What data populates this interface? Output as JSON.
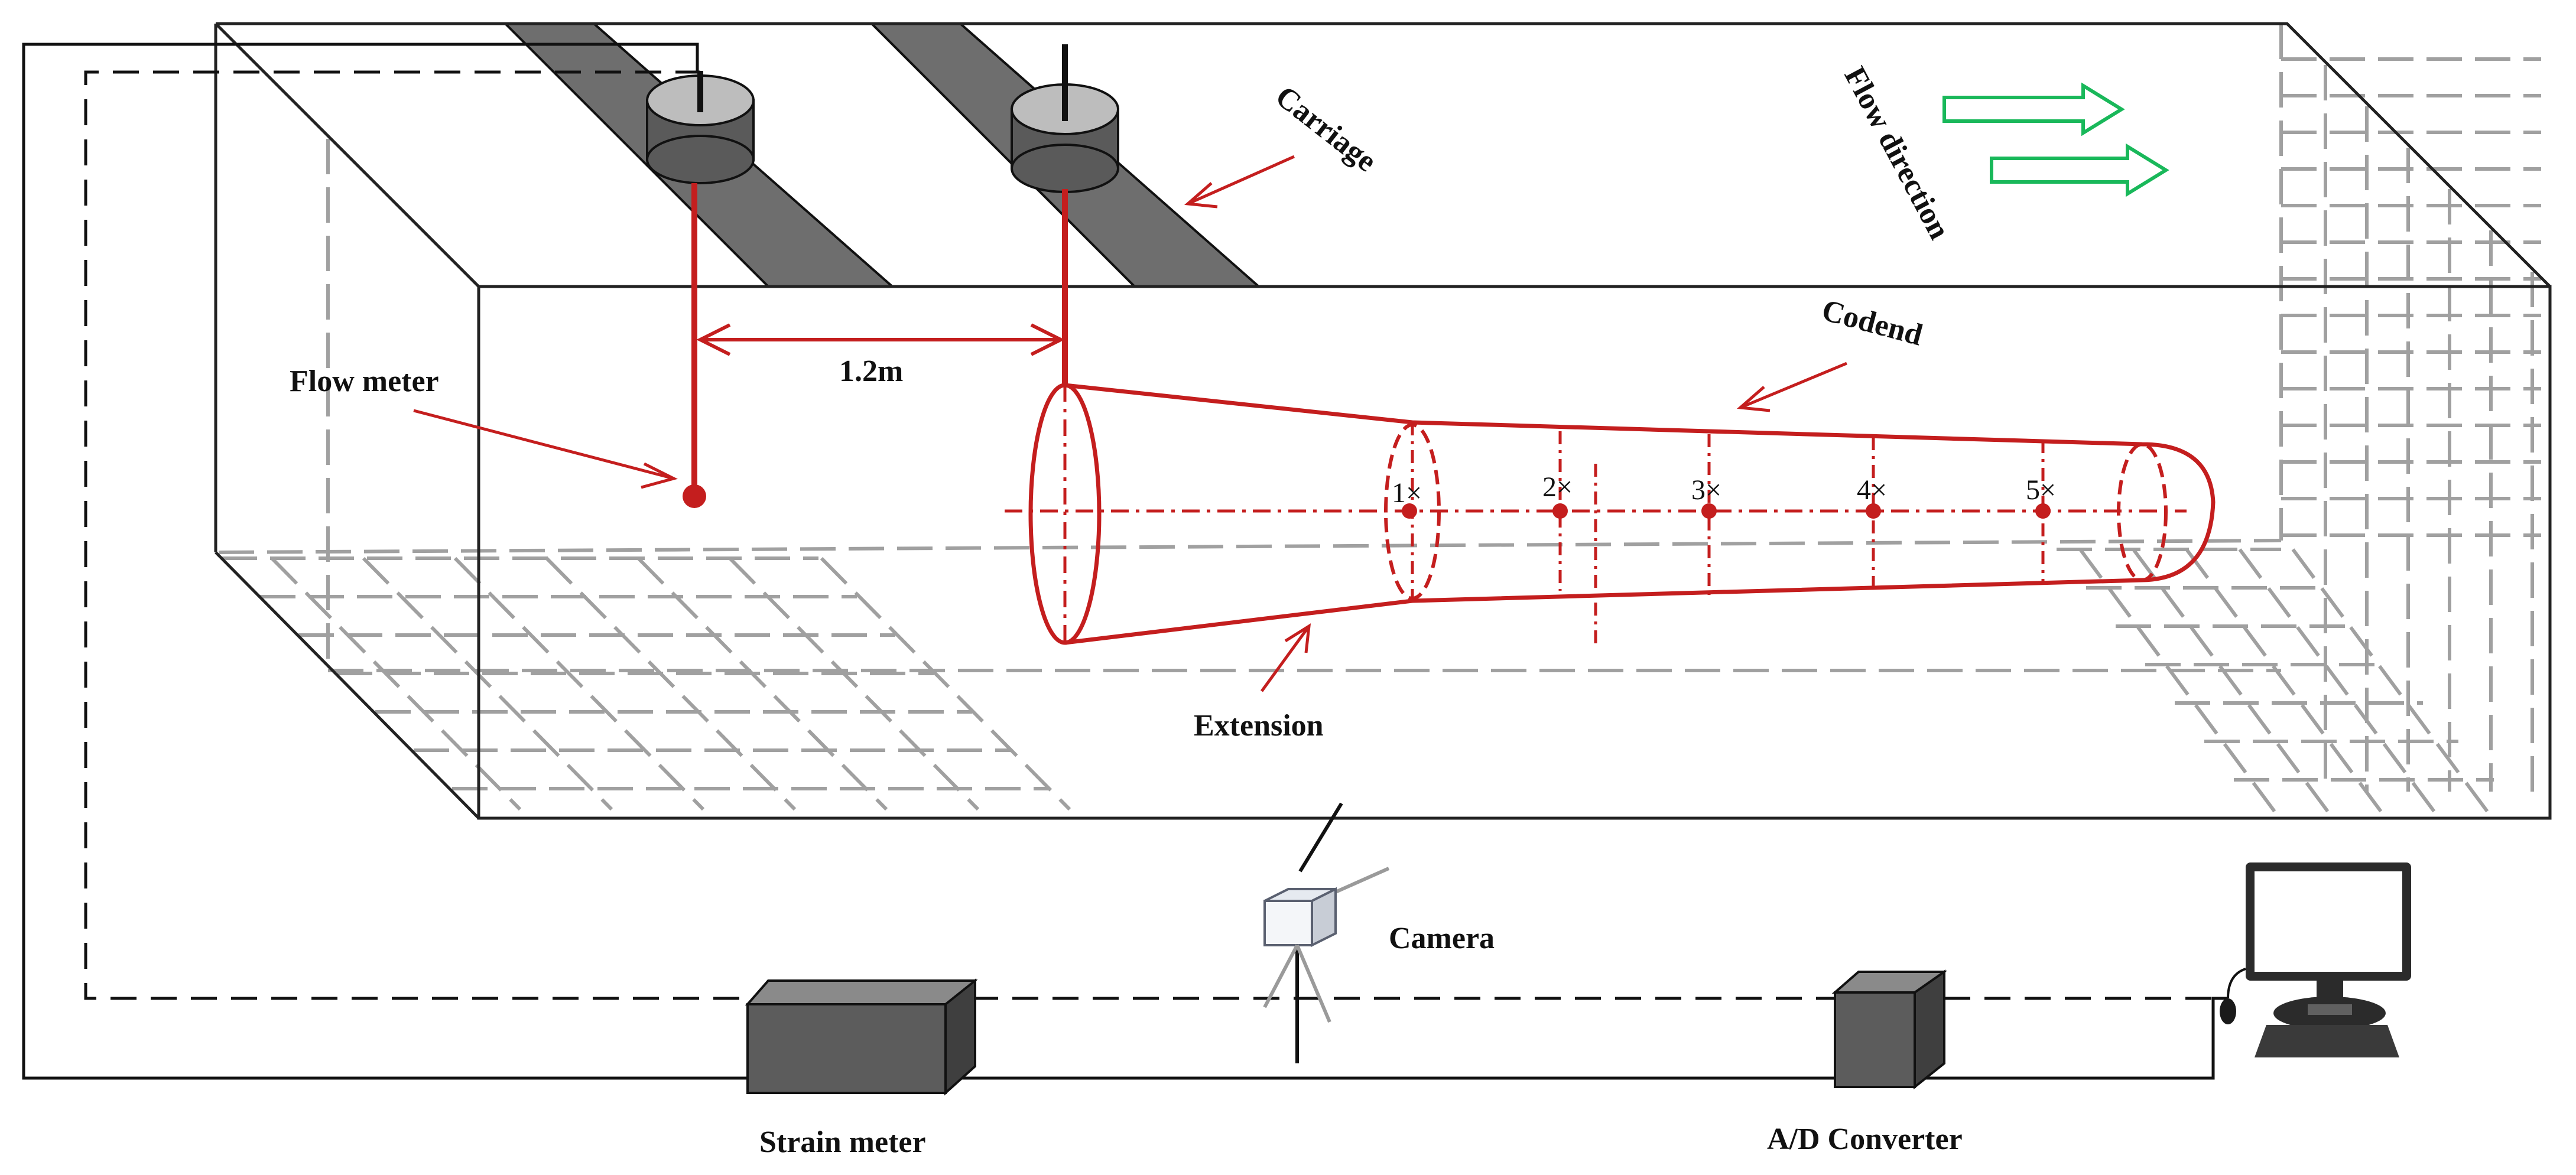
{
  "labels": {
    "carriage": "Carriage",
    "flow_direction": "Flow direction",
    "codend": "Codend",
    "flow_meter": "Flow meter",
    "distance": "1.2m",
    "extension": "Extension",
    "camera": "Camera",
    "strain_meter": "Strain meter",
    "ad_converter": "A/D Converter"
  },
  "measurement_points": [
    "1×",
    "2×",
    "3×",
    "4×",
    "5×"
  ],
  "colors": {
    "net_red": "#c41e1e",
    "flow_arrow_green": "#19b85a",
    "grid_gray": "#a0a0a0",
    "rail_gray": "#6e6e6e",
    "device_gray": "#5a5a5a"
  },
  "icons": {
    "flow_arrows": "outline-right-arrow-icon",
    "camera": "camera-on-tripod-icon",
    "computer": "desktop-computer-icon"
  }
}
